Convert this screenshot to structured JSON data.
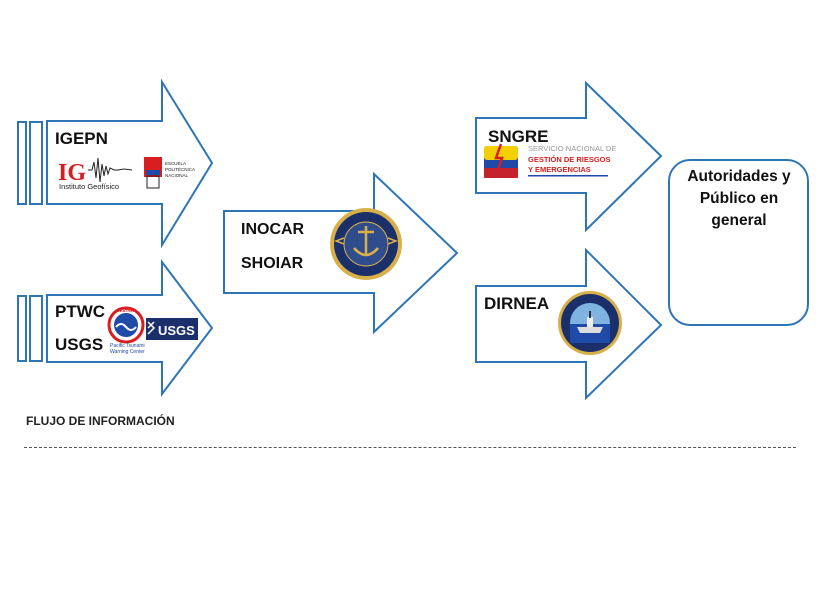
{
  "colors": {
    "arrow_stroke": "#2e75b6",
    "navy": "#1b2f6b",
    "gold": "#d8b04a",
    "ecuador_yellow": "#f4d000",
    "ecuador_blue": "#1f4aa8",
    "ecuador_red": "#d81e20"
  },
  "sources": {
    "igepn": {
      "label": "IGEPN",
      "logo_text": "IG",
      "logo_caption": "Instituto Geofísico",
      "epn_lines": [
        "ESCUELA",
        "POLITÉCNICA",
        "NACIONAL"
      ]
    },
    "ptwc": {
      "label": "PTWC",
      "seal_caption_1": "Pacific Tsunami",
      "seal_caption_2": "Warning Center",
      "seal_ring": "WEATHER"
    },
    "usgs": {
      "label": "USGS",
      "logo_text": "USGS"
    }
  },
  "middle": {
    "label_1": "INOCAR",
    "label_2": "SHOIAR",
    "seal_icon": "navy-seal-icon"
  },
  "sngre": {
    "label": "SNGRE",
    "line_1": "SERVICIO NACIONAL DE",
    "line_2": "GESTIÓN DE RIESGOS",
    "line_3": "Y EMERGENCIAS"
  },
  "dirnea": {
    "label": "DIRNEA",
    "seal_icon": "armada-seal-icon"
  },
  "destination": {
    "title": "Autoridades y Público en general",
    "map_icon": "ecuador-map-icon"
  },
  "footer": {
    "caption": "FLUJO DE INFORMACIÓN"
  }
}
